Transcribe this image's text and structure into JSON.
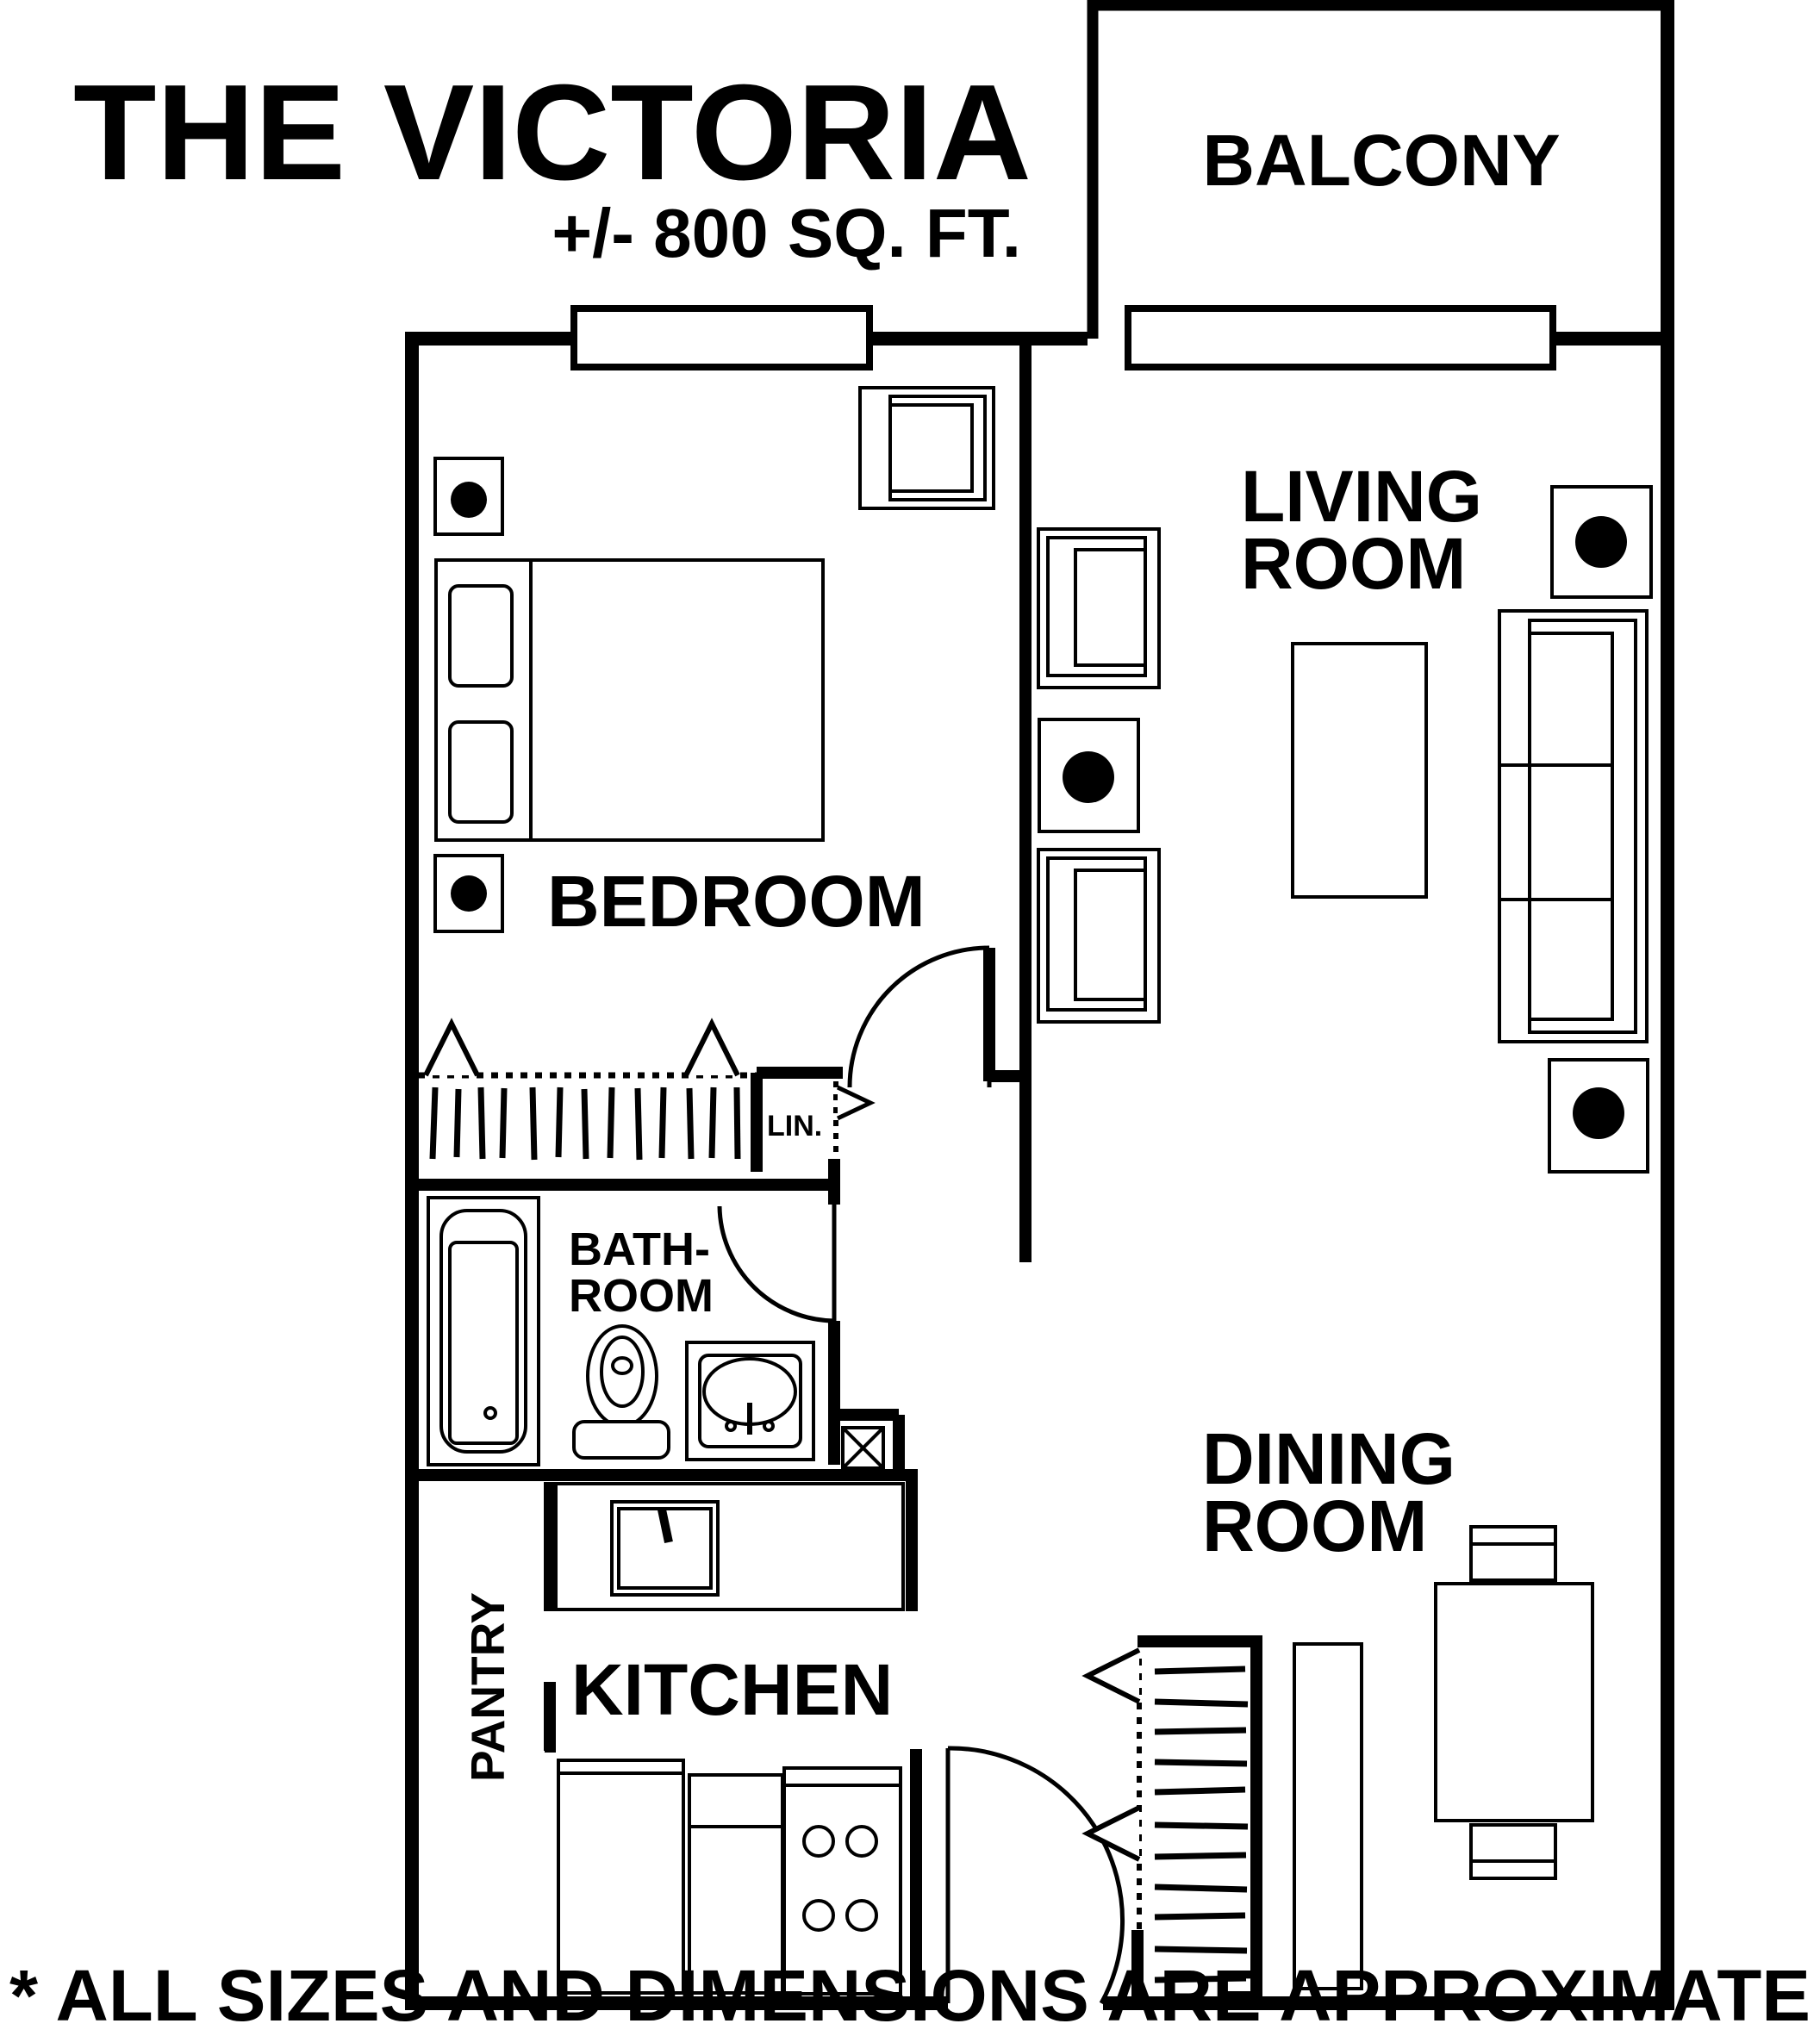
{
  "header": {
    "title": "THE VICTORIA",
    "area": "+/- 800 SQ. FT."
  },
  "rooms": {
    "balcony": "BALCONY",
    "living_line1": "LIVING",
    "living_line2": "ROOM",
    "bedroom": "BEDROOM",
    "linen": "LIN.",
    "bath_line1": "BATH-",
    "bath_line2": "ROOM",
    "dining_line1": "DINING",
    "dining_line2": "ROOM",
    "kitchen": "KITCHEN",
    "pantry": "PANTRY"
  },
  "footer": {
    "disclaimer": "* ALL SIZES AND DIMENSIONS ARE APPROXIMATE"
  },
  "colors": {
    "line": "#000000",
    "background": "#ffffff"
  }
}
